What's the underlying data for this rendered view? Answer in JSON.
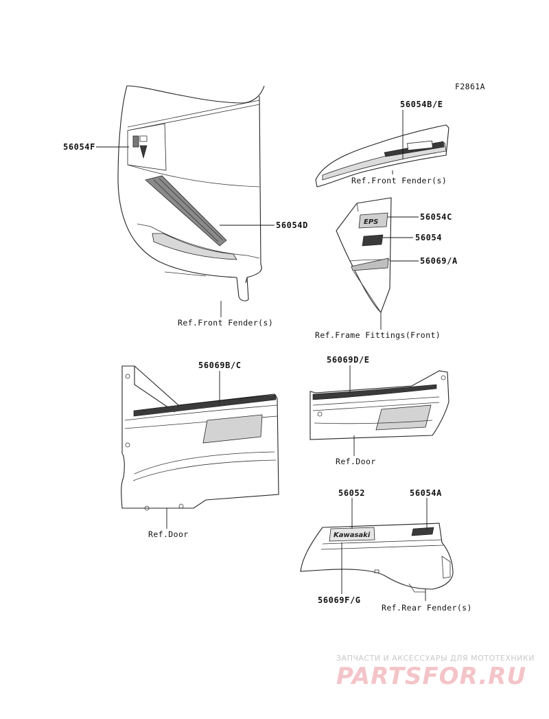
{
  "figure_code": "F2861A",
  "parts": {
    "p56054F": "56054F",
    "p56054D": "56054D",
    "p56054BE": "56054B/E",
    "p56054C": "56054C",
    "p56054": "56054",
    "p56069A": "56069/A",
    "p56069BC": "56069B/C",
    "p56069DE": "56069D/E",
    "p56052": "56052",
    "p56054A": "56054A",
    "p56069FG": "56069F/G"
  },
  "refs": {
    "front_fender_left": "Ref.Front Fender(s)",
    "front_fender_right": "Ref.Front Fender(s)",
    "frame_fittings": "Ref.Frame Fittings(Front)",
    "door_left": "Ref.Door",
    "door_right": "Ref.Door",
    "rear_fender": "Ref.Rear Fender(s)"
  },
  "decal_text": {
    "kawasaki": "Kawasaki",
    "eps": "EPS"
  },
  "watermark": {
    "caption": "ЗАПЧАСТИ И АКСЕССУАРЫ ДЛЯ МОТОТЕХНИКИ",
    "brand": "PARTSFOR.RU"
  }
}
